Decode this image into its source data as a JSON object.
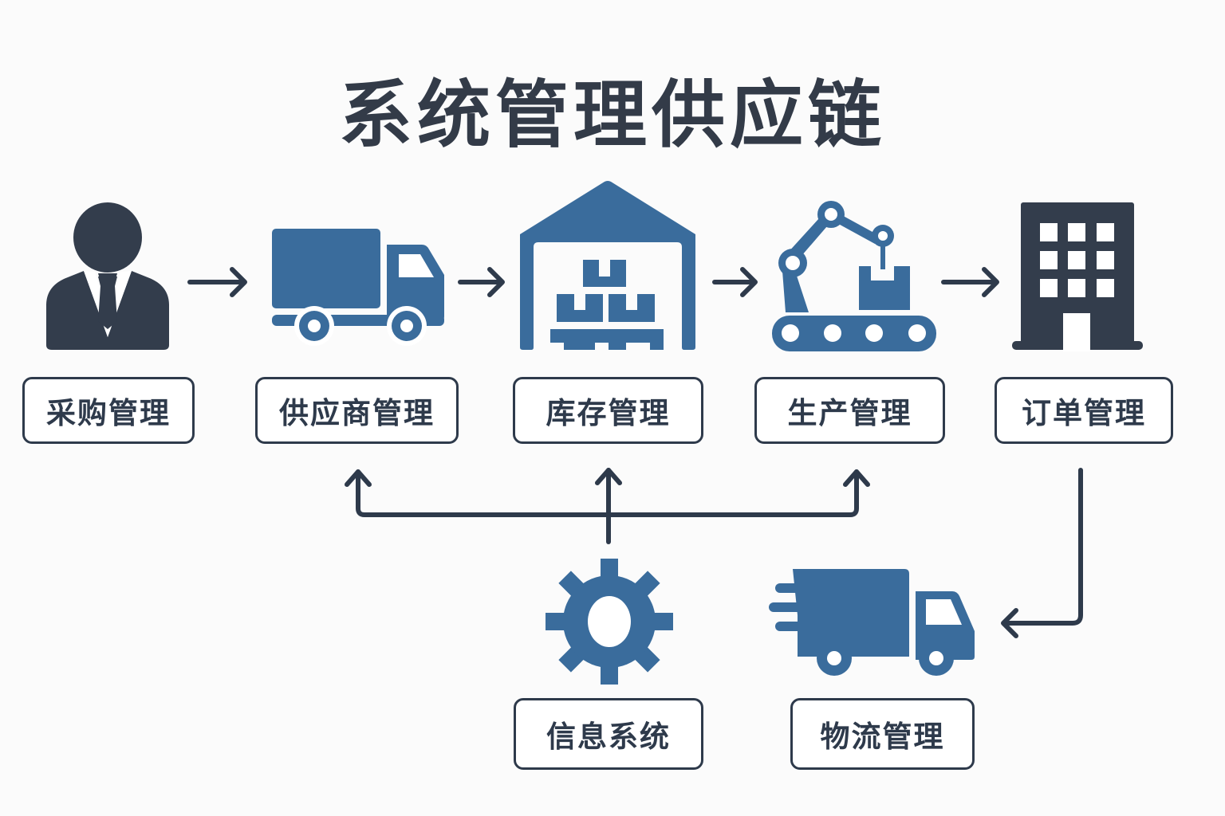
{
  "title": "系统管理供应链",
  "colors": {
    "dark": "#333d4c",
    "blue": "#3a6c9c",
    "line": "#2e3a4b"
  },
  "nodes": [
    {
      "id": "procurement",
      "label": "采购管理",
      "icon": "businessman-icon"
    },
    {
      "id": "supplier",
      "label": "供应商管理",
      "icon": "truck-icon"
    },
    {
      "id": "inventory",
      "label": "库存管理",
      "icon": "warehouse-icon"
    },
    {
      "id": "production",
      "label": "生产管理",
      "icon": "robot-arm-conveyor-icon"
    },
    {
      "id": "order",
      "label": "订单管理",
      "icon": "office-building-icon"
    },
    {
      "id": "info-system",
      "label": "信息系统",
      "icon": "gear-icon"
    },
    {
      "id": "logistics",
      "label": "物流管理",
      "icon": "fast-delivery-truck-icon"
    }
  ],
  "edges": [
    {
      "from": "procurement",
      "to": "supplier"
    },
    {
      "from": "supplier",
      "to": "inventory"
    },
    {
      "from": "inventory",
      "to": "production"
    },
    {
      "from": "production",
      "to": "order"
    },
    {
      "from": "info-system",
      "to": "supplier"
    },
    {
      "from": "info-system",
      "to": "inventory"
    },
    {
      "from": "info-system",
      "to": "production"
    },
    {
      "from": "order",
      "to": "logistics"
    }
  ]
}
